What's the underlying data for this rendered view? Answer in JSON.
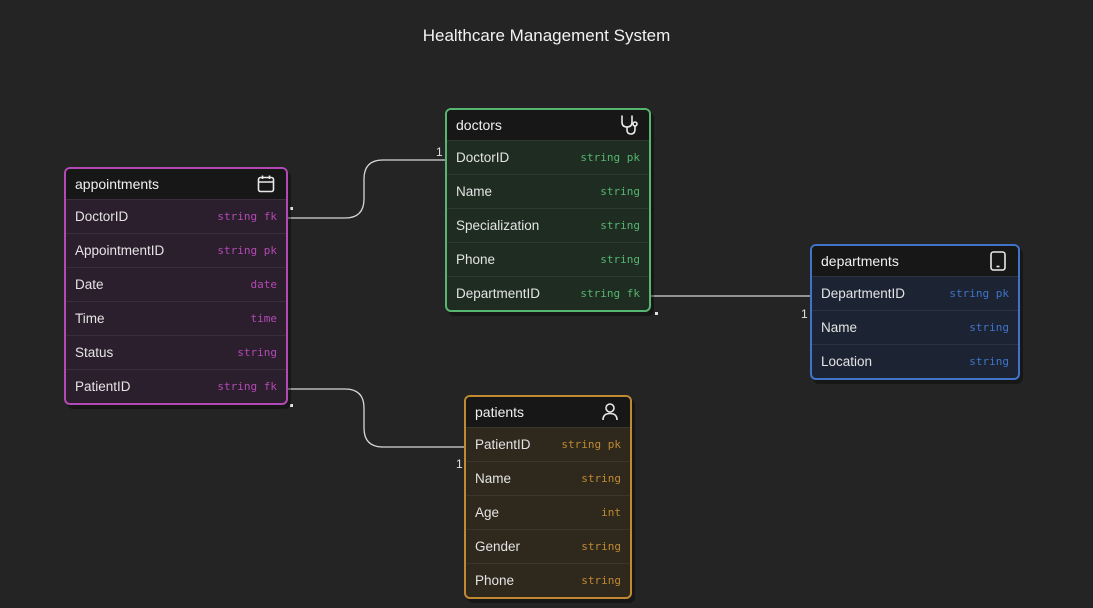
{
  "title": "Healthcare Management System",
  "colors": {
    "background": "#242424",
    "appointments": "#b249b4",
    "doctors": "#56b670",
    "departments": "#3f74c9",
    "patients": "#c08a32",
    "connector": "#d8d8d8"
  },
  "entities": {
    "appointments": {
      "name": "appointments",
      "icon": "calendar-icon",
      "fields": [
        {
          "name": "DoctorID",
          "type": "string",
          "key": "fk"
        },
        {
          "name": "AppointmentID",
          "type": "string",
          "key": "pk"
        },
        {
          "name": "Date",
          "type": "date",
          "key": ""
        },
        {
          "name": "Time",
          "type": "time",
          "key": ""
        },
        {
          "name": "Status",
          "type": "string",
          "key": ""
        },
        {
          "name": "PatientID",
          "type": "string",
          "key": "fk"
        }
      ]
    },
    "doctors": {
      "name": "doctors",
      "icon": "stethoscope-icon",
      "fields": [
        {
          "name": "DoctorID",
          "type": "string",
          "key": "pk"
        },
        {
          "name": "Name",
          "type": "string",
          "key": ""
        },
        {
          "name": "Specialization",
          "type": "string",
          "key": ""
        },
        {
          "name": "Phone",
          "type": "string",
          "key": ""
        },
        {
          "name": "DepartmentID",
          "type": "string",
          "key": "fk"
        }
      ]
    },
    "departments": {
      "name": "departments",
      "icon": "tablet-icon",
      "fields": [
        {
          "name": "DepartmentID",
          "type": "string",
          "key": "pk"
        },
        {
          "name": "Name",
          "type": "string",
          "key": ""
        },
        {
          "name": "Location",
          "type": "string",
          "key": ""
        }
      ]
    },
    "patients": {
      "name": "patients",
      "icon": "user-icon",
      "fields": [
        {
          "name": "PatientID",
          "type": "string",
          "key": "pk"
        },
        {
          "name": "Name",
          "type": "string",
          "key": ""
        },
        {
          "name": "Age",
          "type": "int",
          "key": ""
        },
        {
          "name": "Gender",
          "type": "string",
          "key": ""
        },
        {
          "name": "Phone",
          "type": "string",
          "key": ""
        }
      ]
    }
  },
  "relationships": [
    {
      "from": "appointments.DoctorID",
      "to": "doctors.DoctorID",
      "one_label": "1"
    },
    {
      "from": "appointments.PatientID",
      "to": "patients.PatientID",
      "one_label": "1"
    },
    {
      "from": "doctors.DepartmentID",
      "to": "departments.DepartmentID",
      "one_label": "1"
    }
  ]
}
